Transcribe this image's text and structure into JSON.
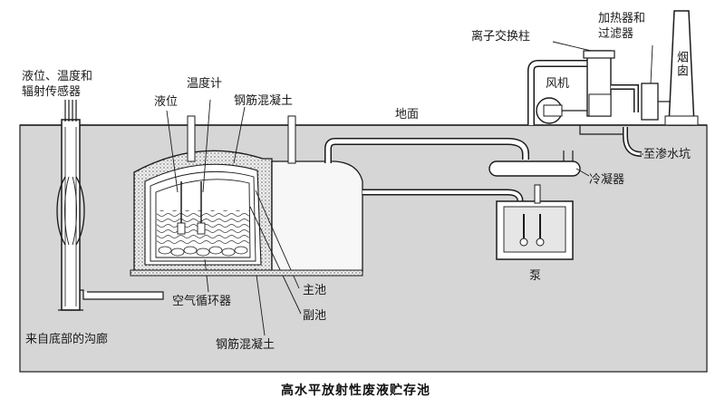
{
  "caption": "高水平放射性废液贮存池",
  "labels": {
    "level_temp_radiation_sensor": "液位、温度和\n辐射传感器",
    "level": "液位",
    "thermometer": "温度计",
    "rc_top": "钢筋混凝土",
    "ground": "地面",
    "ion_exchange": "离子交换柱",
    "heater_filter": "加热器和\n过滤器",
    "chimney": "烟囱",
    "fan": "风机",
    "to_seepage_pit": "至渗水坑",
    "condenser": "冷凝器",
    "pump": "泵",
    "main_tank": "主池",
    "sub_tank": "副池",
    "air_circulator": "空气循环器",
    "trench": "来自底部的沟廊",
    "rc_bottom": "钢筋混凝土"
  },
  "colors": {
    "ground_fill": "#d6d6d6",
    "concrete_fill": "#efefef",
    "line": "#1a1a1a",
    "liquid": "#ffffff"
  }
}
